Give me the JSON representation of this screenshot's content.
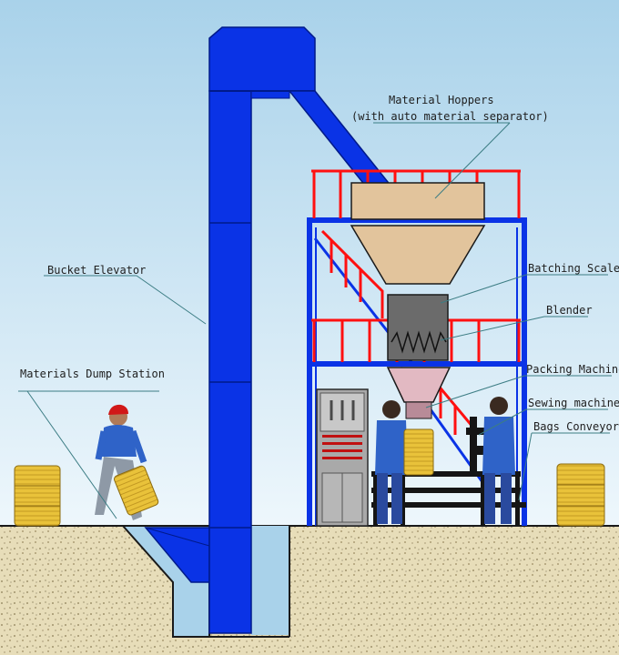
{
  "labels": {
    "material_hoppers": "Material Hoppers",
    "material_hoppers_sub": "(with auto material separator)",
    "bucket_elevator": "Bucket Elevator",
    "batching_scale": "Batching Scale",
    "blender": "Blender",
    "materials_dump_station": "Materials Dump Station",
    "packing_machine": "Packing Machine",
    "sewing_machine": "Sewing machine",
    "bags_conveyor": "Bags Conveyor"
  },
  "colors": {
    "sky_top": "#a9d2ea",
    "sky_bottom": "#eef7fc",
    "ground": "#e7ddb9",
    "ground_speckle": "#8a7c55",
    "elevator_blue": "#0a33e6",
    "frame_red": "#ff1010",
    "hopper_tan": "#e2c49c",
    "scale_gray": "#6b6b6b",
    "packer_pink": "#e2b9c2",
    "panel_gray": "#a9a9a9",
    "bag_yellow": "#e9c23a",
    "leader_line": "#3c7d84"
  }
}
